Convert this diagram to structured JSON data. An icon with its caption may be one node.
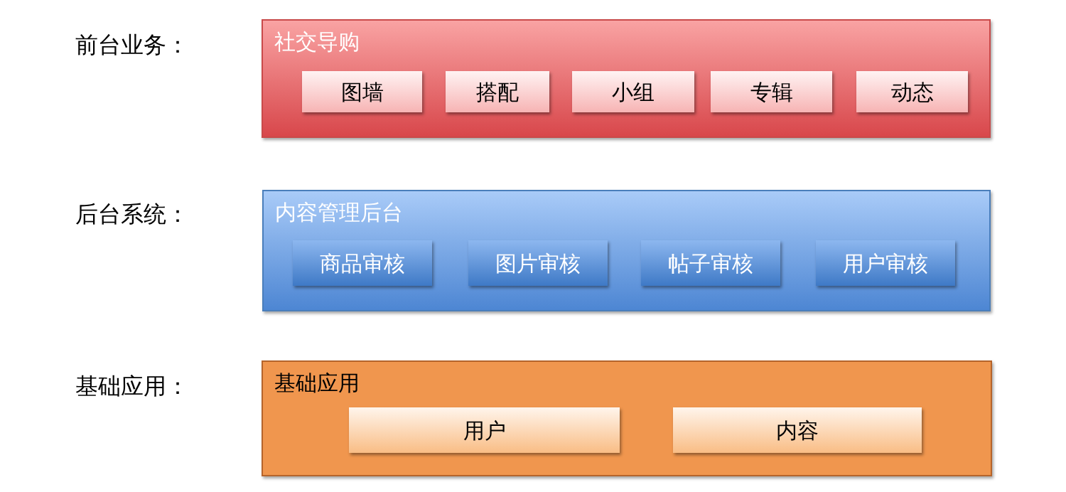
{
  "diagram": {
    "nodes": [
      {
        "text": [
          "社交导购"
        ]
      },
      {
        "text": [
          "图墙"
        ],
        "in": 0
      },
      {
        "text": [
          "搭配"
        ],
        "in": 0
      },
      {
        "text": [
          "小组"
        ],
        "in": 0
      },
      {
        "text": [
          "专辑"
        ],
        "in": 0
      },
      {
        "text": [
          "动态"
        ],
        "in": 0
      },
      {
        "text": [
          "内容管理后台"
        ]
      },
      {
        "text": [
          "商品审核"
        ],
        "in": 6
      },
      {
        "text": [
          "图片审核"
        ],
        "in": 6
      },
      {
        "text": [
          "帖子审核"
        ],
        "in": 6
      },
      {
        "text": [
          "用户审核"
        ],
        "in": 6
      },
      {
        "text": [
          "基础应用"
        ]
      },
      {
        "text": [
          "用户"
        ],
        "in": 11
      },
      {
        "text": [
          "内容"
        ],
        "in": 11
      }
    ],
    "labels": [
      "前台业务：",
      "后台系统：",
      "基础应用："
    ]
  }
}
